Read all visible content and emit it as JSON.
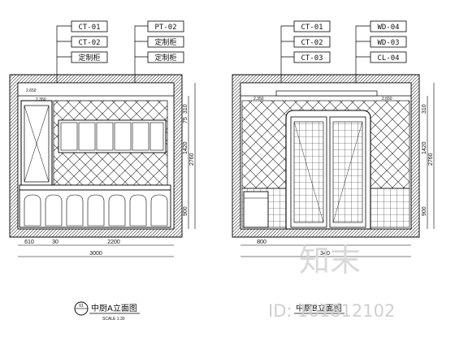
{
  "left_elevation": {
    "tags_left": [
      "CT-01",
      "CT-02",
      "定制柜"
    ],
    "tags_right": [
      "PT-02",
      "定制柜",
      "定制柜"
    ],
    "level_marks": [
      "2.650",
      "2.350"
    ],
    "dims_bottom": [
      "610",
      "30",
      "2200",
      "3000"
    ],
    "dims_right": [
      "310",
      "75",
      "1420",
      "2760",
      "900"
    ],
    "caption": "中厨A立面图",
    "scale": "SCALE 1:30",
    "badge": "01"
  },
  "right_elevation": {
    "tags_left": [
      "CT-01",
      "CT-02",
      "CT-03"
    ],
    "tags_right": [
      "WD-04",
      "WD-03",
      "CL-04"
    ],
    "level_marks": [
      "2.350",
      "2.650"
    ],
    "dims_bottom": [
      "800",
      "340"
    ],
    "dims_right": [
      "310",
      "1420",
      "2760",
      "900"
    ],
    "caption": "中厨B立面图"
  },
  "watermark": {
    "brand": "知末",
    "id_text": "ID: 161812102"
  }
}
